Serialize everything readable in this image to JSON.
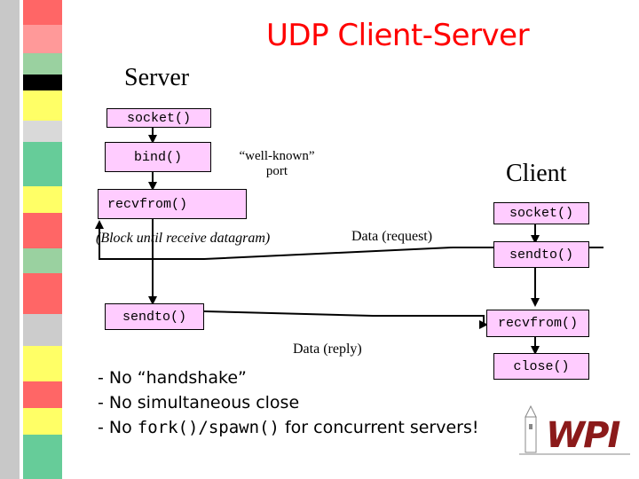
{
  "title": "UDP Client-Server",
  "server": {
    "heading": "Server",
    "socket": "socket()",
    "bind": "bind()",
    "well_known_port": [
      "“well-known”",
      "port"
    ],
    "recvfrom": "recvfrom()",
    "block_note": "(Block until receive datagram)",
    "sendto": "sendto()"
  },
  "client": {
    "heading": "Client",
    "socket": "socket()",
    "sendto": "sendto()",
    "recvfrom": "recvfrom()",
    "close": "close()"
  },
  "messages": {
    "request": "Data (request)",
    "reply": "Data (reply)"
  },
  "bullets": {
    "line1": "- No “handshake”",
    "line2": "- No simultaneous close",
    "line3_prefix": "- No ",
    "line3_code": "fork()/spawn()",
    "line3_suffix": " for concurrent servers!"
  },
  "logo": {
    "text": "WPI"
  },
  "colors": {
    "title": "#ff0000",
    "box_fill": "#ffccff",
    "logo": "#8b1a1a"
  }
}
